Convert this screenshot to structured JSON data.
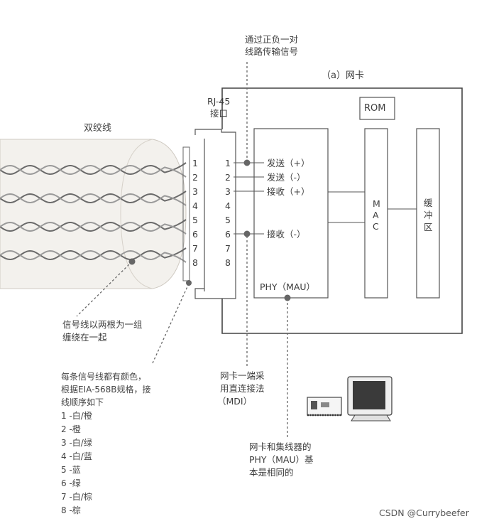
{
  "note_signal_pair": [
    "通过正负一对",
    "线路传输信号"
  ],
  "nic_title": "（a）网卡",
  "rj45_label": [
    "RJ-45",
    "接口"
  ],
  "rom_label": "ROM",
  "twisted_pair_label": "双绞线",
  "connector_pins": [
    "1",
    "2",
    "3",
    "4",
    "5",
    "6",
    "7",
    "8"
  ],
  "phy_pins": [
    "1",
    "2",
    "3",
    "4",
    "5",
    "6",
    "7",
    "8"
  ],
  "phy_signals": {
    "p1": "发送（+）",
    "p2": "发送（-）",
    "p3": "接收（+）",
    "p6": "接收（-）"
  },
  "phy_label": "PHY（MAU）",
  "mac_label": [
    "M",
    "A",
    "C"
  ],
  "buffer_label": [
    "缓",
    "冲",
    "区"
  ],
  "note_twisted": [
    "信号线以两根为一组",
    "缠绕在一起"
  ],
  "note_colors": {
    "intro": [
      "每条信号线都有颜色，",
      "根据EIA-568B规格，接",
      "线顺序如下"
    ],
    "items": [
      "1 -白/橙",
      "2 -橙",
      "3 -白/绿",
      "4 -白/蓝",
      "5 -蓝",
      "6 -绿",
      "7 -白/棕",
      "8 -棕"
    ]
  },
  "note_mdi": [
    "网卡一端采",
    "用直连接法",
    "（MDI）"
  ],
  "note_phy_same": [
    "网卡和集线器的",
    "PHY（MAU）基",
    "本是相同的"
  ],
  "watermark": "CSDN @Currybeefer",
  "colors": {
    "line": "#555555",
    "dot": "#666666",
    "cable_fill": "#f2f0ec"
  }
}
